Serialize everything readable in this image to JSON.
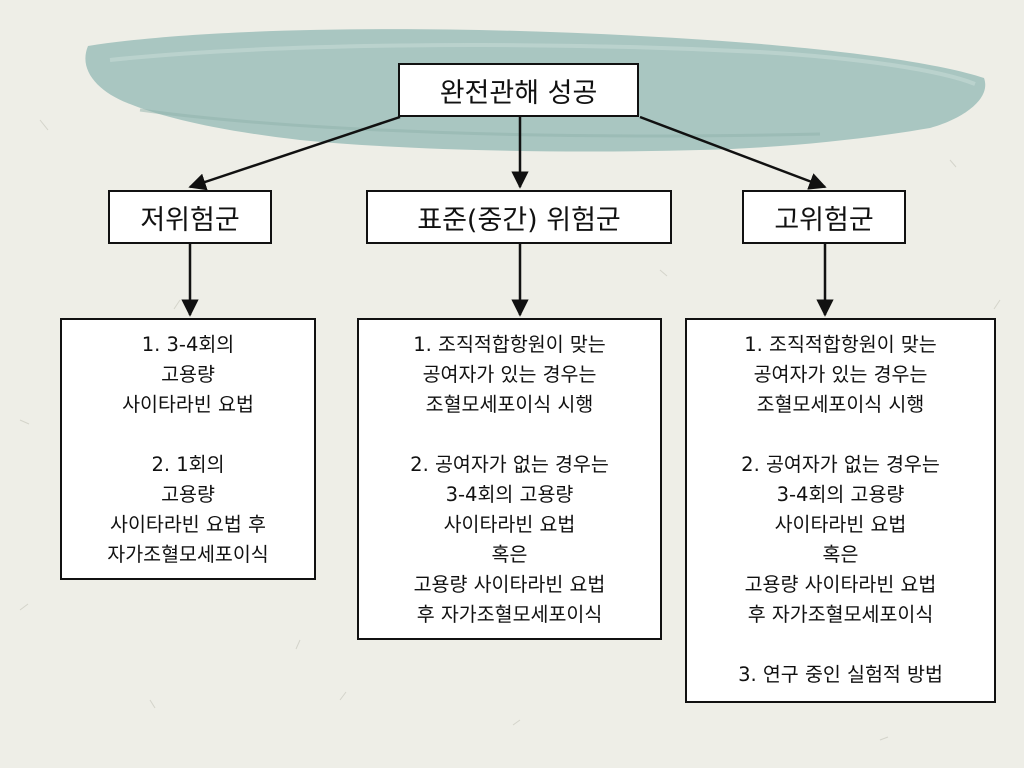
{
  "colors": {
    "background": "#eeeee7",
    "brush": "#a9c6c1",
    "line": "#111111",
    "box": "#ffffff"
  },
  "root": {
    "label": "완전관해 성공"
  },
  "groups": [
    {
      "id": "low",
      "label": "저위험군",
      "lines": [
        "1. 3-4회의",
        "고용량",
        "사이타라빈 요법",
        "",
        "2. 1회의",
        "고용량",
        "사이타라빈 요법 후",
        "자가조혈모세포이식"
      ]
    },
    {
      "id": "standard",
      "label": "표준(중간) 위험군",
      "lines": [
        "1. 조직적합항원이 맞는",
        "공여자가 있는 경우는",
        "조혈모세포이식 시행",
        "",
        "2. 공여자가 없는 경우는",
        "3-4회의 고용량",
        "사이타라빈 요법",
        "혹은",
        "고용량 사이타라빈 요법",
        "후 자가조혈모세포이식"
      ]
    },
    {
      "id": "high",
      "label": "고위험군",
      "lines": [
        "1. 조직적합항원이 맞는",
        "공여자가 있는 경우는",
        "조혈모세포이식 시행",
        "",
        "2. 공여자가 없는 경우는",
        "3-4회의 고용량",
        "사이타라빈 요법",
        "혹은",
        "고용량 사이타라빈 요법",
        "후 자가조혈모세포이식",
        "",
        "3. 연구 중인 실험적 방법"
      ]
    }
  ]
}
